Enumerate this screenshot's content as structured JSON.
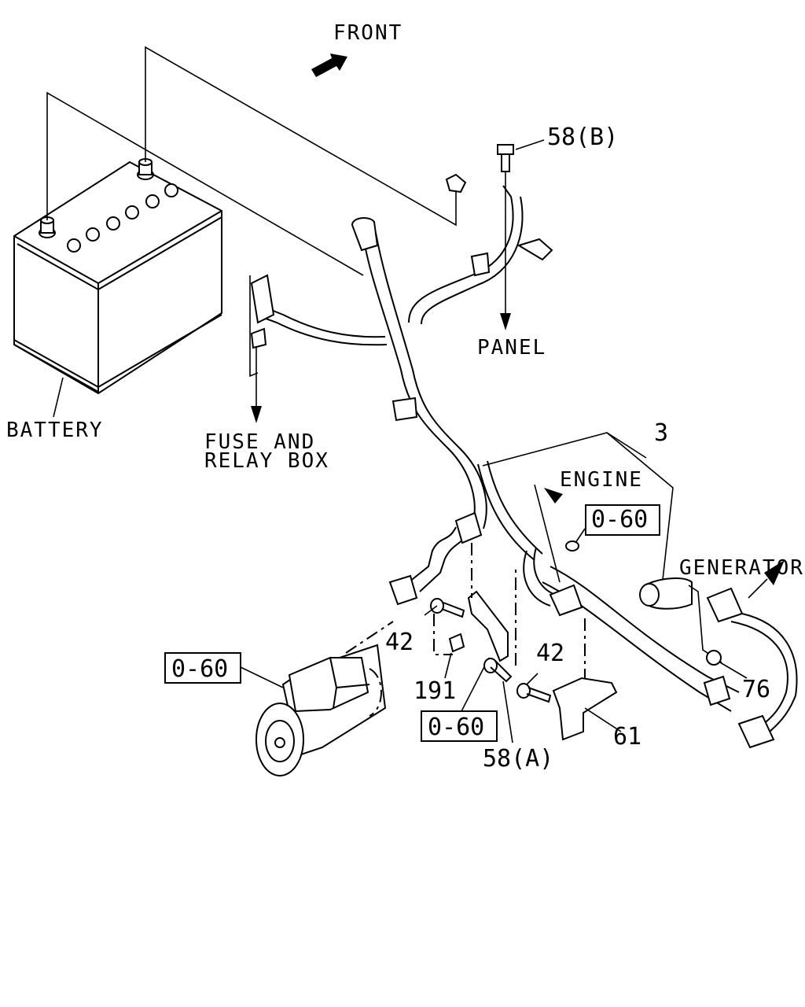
{
  "labels": {
    "front": "FRONT",
    "battery": "BATTERY",
    "panel": "PANEL",
    "fuse_line1": "FUSE AND",
    "fuse_line2": "RELAY BOX",
    "engine": "ENGINE",
    "generator": "GENERATOR"
  },
  "callouts": {
    "p58b": "58(B)",
    "p3": "3",
    "p42a": "42",
    "p42b": "42",
    "p191": "191",
    "p58a": "58(A)",
    "p61": "61",
    "p76": "76"
  },
  "boxed_refs": {
    "ref1": "0-60",
    "ref2": "0-60",
    "ref3": "0-60"
  }
}
